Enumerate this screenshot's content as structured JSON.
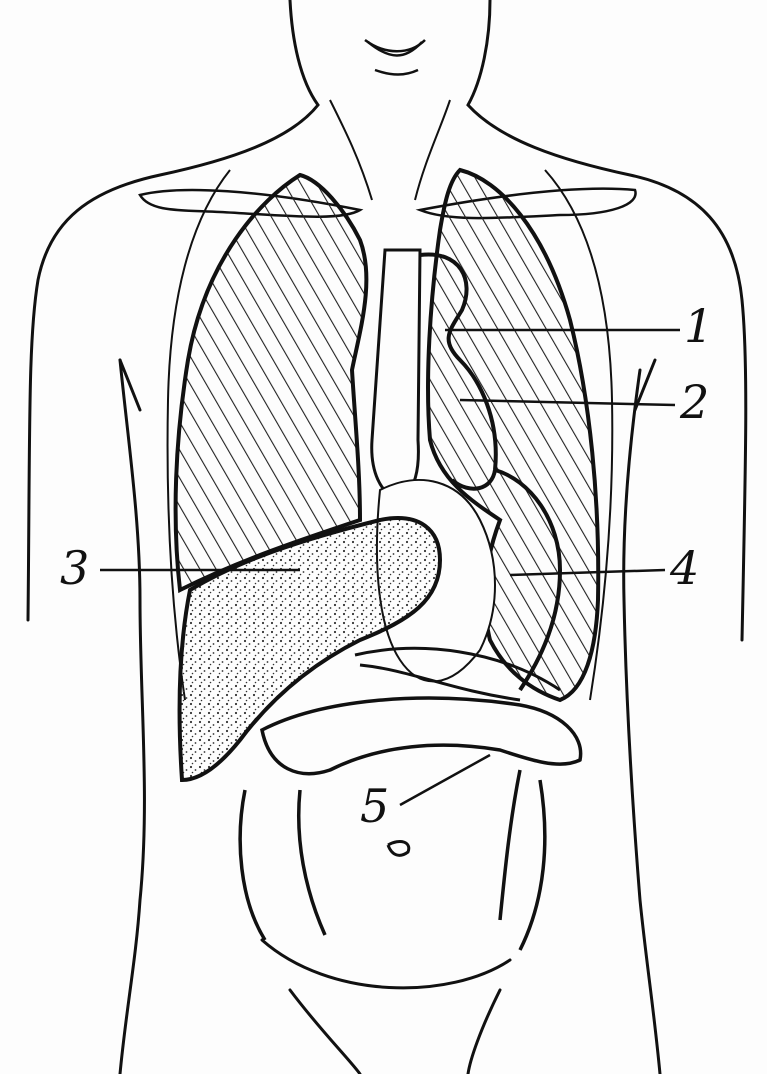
{
  "colors": {
    "ink": "#111111",
    "paper": "#fdfdfd",
    "hatch": "#222222",
    "stipple": "#333333"
  },
  "labels": {
    "l1": "1",
    "l2": "2",
    "l3": "3",
    "l4": "4",
    "l5": "5"
  }
}
